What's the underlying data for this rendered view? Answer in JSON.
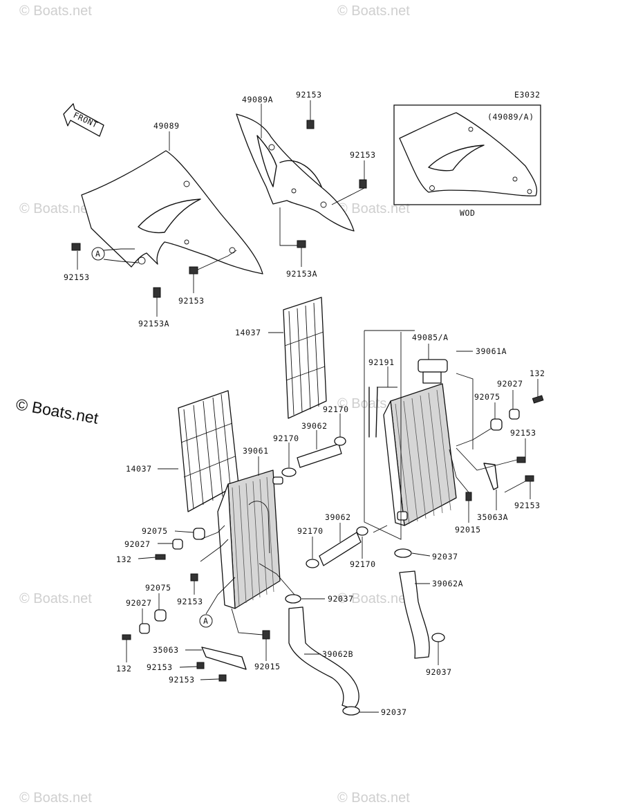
{
  "diagram_code": "E3032",
  "inset": {
    "title": "(49089/A)",
    "caption": "WOD"
  },
  "front_arrow": "FRONT",
  "ref_marker": "A",
  "watermark": "© Boats.net",
  "labels": {
    "l_49089": "49089",
    "l_49089A": "49089A",
    "l_92153_top": "92153",
    "l_92153_right": "92153",
    "l_92153_left": "92153",
    "l_92153_mid": "92153",
    "l_92153A_left": "92153A",
    "l_92153A_mid": "92153A",
    "l_14037_upper": "14037",
    "l_14037_lower": "14037",
    "l_49085A": "49085/A",
    "l_39061A": "39061A",
    "l_92191": "92191",
    "l_132_right": "132",
    "l_92027_right": "92027",
    "l_92075_right": "92075",
    "l_92153_r1": "92153",
    "l_92153_r2": "92153",
    "l_35063A": "35063A",
    "l_92015_right": "92015",
    "l_92170_a": "92170",
    "l_39062_a": "39062",
    "l_92170_b": "92170",
    "l_39061": "39061",
    "l_39062_b": "39062",
    "l_92170_c": "92170",
    "l_92170_d": "92170",
    "l_92037_a": "92037",
    "l_39062A": "39062A",
    "l_92037_b": "92037",
    "l_92075_left": "92075",
    "l_92027_left1": "92027",
    "l_132_left1": "132",
    "l_92153_l1": "92153",
    "l_92075_left2": "92075",
    "l_92027_left2": "92027",
    "l_132_left2": "132",
    "l_35063": "35063",
    "l_92153_l2": "92153",
    "l_92153_l3": "92153",
    "l_92015_left": "92015",
    "l_39062B": "39062B",
    "l_92037_c": "92037",
    "l_92037_d": "92037"
  }
}
